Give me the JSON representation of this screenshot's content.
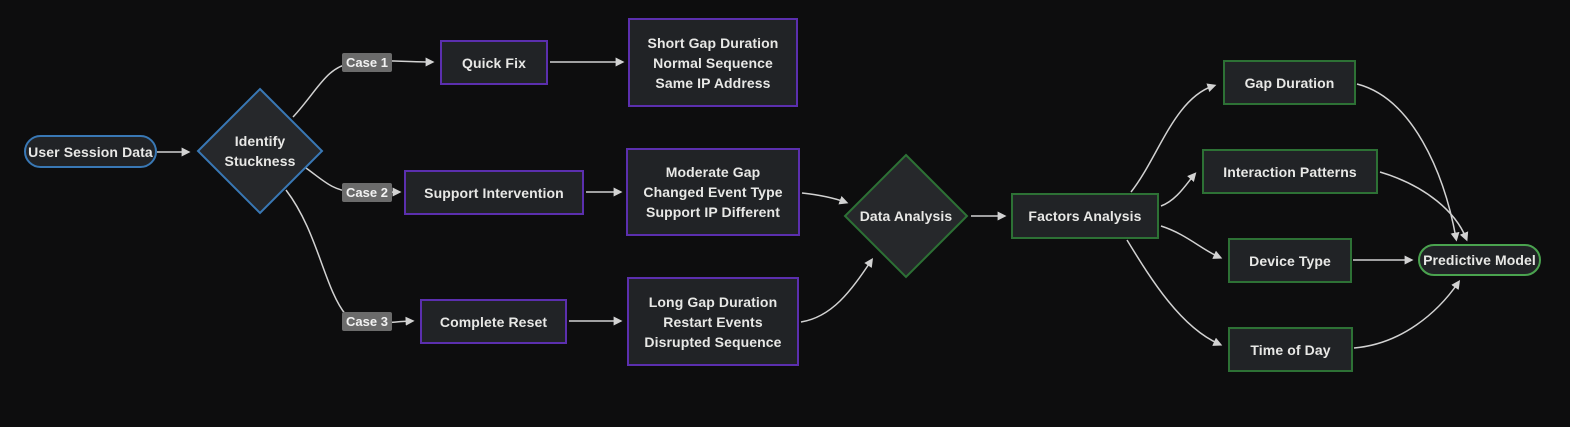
{
  "diagram": {
    "type": "flowchart",
    "background": "#0d0d0e",
    "colors": {
      "background": "#0d0d0e",
      "node_fill": "#212326",
      "diamond_fill": "#26282b",
      "text": "#e8e8e6",
      "blue_border": "#3978b5",
      "purple_border": "#5b2fae",
      "green_border": "#2d7135",
      "green_bright_border": "#4aa34f",
      "edge": "#d2d2d2",
      "edge_label_bg": "#6b6b6b",
      "edge_label_text": "#f2f2f2"
    },
    "nodes": {
      "user_session": {
        "label": "User Session Data",
        "shape": "stadium",
        "accent": "blue"
      },
      "identify_stuckness": {
        "lines": [
          "Identify",
          "Stuckness"
        ],
        "shape": "diamond",
        "accent": "blue"
      },
      "quick_fix": {
        "label": "Quick Fix",
        "shape": "rect",
        "accent": "purple"
      },
      "short_gap": {
        "lines": [
          "Short Gap Duration",
          "Normal Sequence",
          "Same IP Address"
        ],
        "shape": "rect",
        "accent": "purple"
      },
      "support_intervention": {
        "label": "Support Intervention",
        "shape": "rect",
        "accent": "purple"
      },
      "moderate_gap": {
        "lines": [
          "Moderate Gap",
          "Changed Event Type",
          "Support IP Different"
        ],
        "shape": "rect",
        "accent": "purple"
      },
      "complete_reset": {
        "label": "Complete Reset",
        "shape": "rect",
        "accent": "purple"
      },
      "long_gap": {
        "lines": [
          "Long Gap Duration",
          "Restart Events",
          "Disrupted Sequence"
        ],
        "shape": "rect",
        "accent": "purple"
      },
      "data_analysis": {
        "label": "Data Analysis",
        "shape": "diamond",
        "accent": "green"
      },
      "factors_analysis": {
        "label": "Factors Analysis",
        "shape": "rect",
        "accent": "green"
      },
      "gap_duration": {
        "label": "Gap Duration",
        "shape": "rect",
        "accent": "green"
      },
      "interaction_patterns": {
        "label": "Interaction Patterns",
        "shape": "rect",
        "accent": "green"
      },
      "device_type": {
        "label": "Device Type",
        "shape": "rect",
        "accent": "green"
      },
      "time_of_day": {
        "label": "Time of Day",
        "shape": "rect",
        "accent": "green"
      },
      "predictive_model": {
        "label": "Predictive Model",
        "shape": "stadium",
        "accent": "green-bright"
      }
    },
    "edge_labels": {
      "case1": "Case 1",
      "case2": "Case 2",
      "case3": "Case 3"
    },
    "edges": [
      {
        "from": "User Session Data",
        "to": "Identify Stuckness",
        "label": ""
      },
      {
        "from": "Identify Stuckness",
        "to": "Quick Fix",
        "label": "Case 1"
      },
      {
        "from": "Identify Stuckness",
        "to": "Support Intervention",
        "label": "Case 2"
      },
      {
        "from": "Identify Stuckness",
        "to": "Complete Reset",
        "label": "Case 3"
      },
      {
        "from": "Quick Fix",
        "to": "Short Gap Duration / Normal Sequence / Same IP Address",
        "label": ""
      },
      {
        "from": "Support Intervention",
        "to": "Moderate Gap / Changed Event Type / Support IP Different",
        "label": ""
      },
      {
        "from": "Complete Reset",
        "to": "Long Gap Duration / Restart Events / Disrupted Sequence",
        "label": ""
      },
      {
        "from": "Moderate Gap / Changed Event Type / Support IP Different",
        "to": "Data Analysis",
        "label": ""
      },
      {
        "from": "Long Gap Duration / Restart Events / Disrupted Sequence",
        "to": "Data Analysis",
        "label": ""
      },
      {
        "from": "Data Analysis",
        "to": "Factors Analysis",
        "label": ""
      },
      {
        "from": "Factors Analysis",
        "to": "Gap Duration",
        "label": ""
      },
      {
        "from": "Factors Analysis",
        "to": "Interaction Patterns",
        "label": ""
      },
      {
        "from": "Factors Analysis",
        "to": "Device Type",
        "label": ""
      },
      {
        "from": "Factors Analysis",
        "to": "Time of Day",
        "label": ""
      },
      {
        "from": "Gap Duration",
        "to": "Predictive Model",
        "label": ""
      },
      {
        "from": "Interaction Patterns",
        "to": "Predictive Model",
        "label": ""
      },
      {
        "from": "Device Type",
        "to": "Predictive Model",
        "label": ""
      },
      {
        "from": "Time of Day",
        "to": "Predictive Model",
        "label": ""
      }
    ]
  }
}
